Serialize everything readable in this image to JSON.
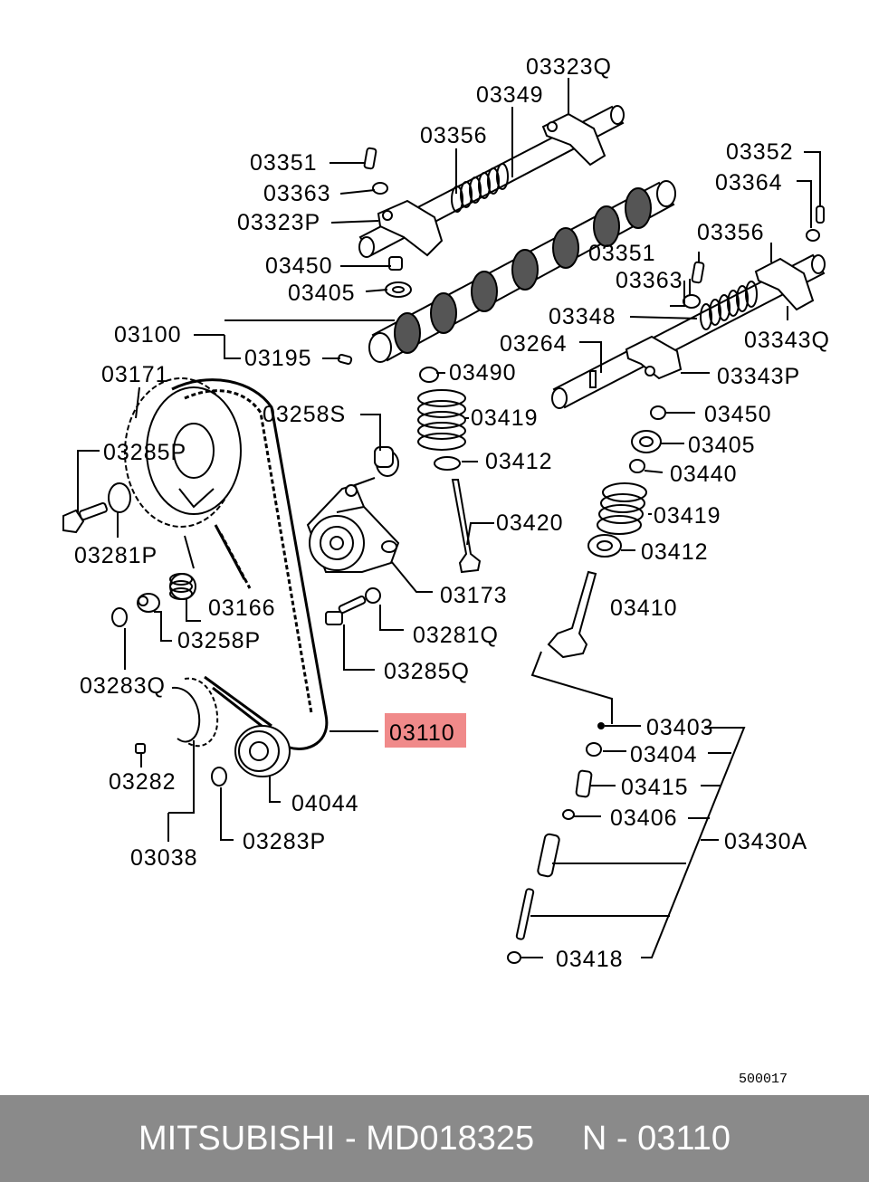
{
  "labels": {
    "l03323Q": "03323Q",
    "l03349": "03349",
    "l03356a": "03356",
    "l03351a": "03351",
    "l03363a": "03363",
    "l03323P": "03323P",
    "l03450a": "03450",
    "l03405a": "03405",
    "l03100": "03100",
    "l03195": "03195",
    "l03171": "03171",
    "l03285P": "03285P",
    "l03281P": "03281P",
    "l03258S": "03258S",
    "l03166": "03166",
    "l03258P": "03258P",
    "l03283Q": "03283Q",
    "l03173": "03173",
    "l03281Q": "03281Q",
    "l03285Q": "03285Q",
    "l03110": "03110",
    "l03282": "03282",
    "l03038": "03038",
    "l04044": "04044",
    "l03283P": "03283P",
    "l03352": "03352",
    "l03364": "03364",
    "l03356b": "03356",
    "l03351b": "03351",
    "l03363b": "03363",
    "l03348": "03348",
    "l03343Q": "03343Q",
    "l03264": "03264",
    "l03343P": "03343P",
    "l03490": "03490",
    "l03419a": "03419",
    "l03412a": "03412",
    "l03420": "03420",
    "l03450b": "03450",
    "l03405b": "03405",
    "l03440": "03440",
    "l03419b": "03419",
    "l03412b": "03412",
    "l03410": "03410",
    "l03403": "03403",
    "l03404": "03404",
    "l03415": "03415",
    "l03406": "03406",
    "l03430A": "03430A",
    "l03418": "03418"
  },
  "highlight": {
    "part": "03110",
    "color": "#f08a8a"
  },
  "diagram_code": "500017",
  "footer": {
    "text": "MITSUBISHI - MD018325     N - 03110",
    "background": "#8a8a8a",
    "color": "#ffffff"
  }
}
